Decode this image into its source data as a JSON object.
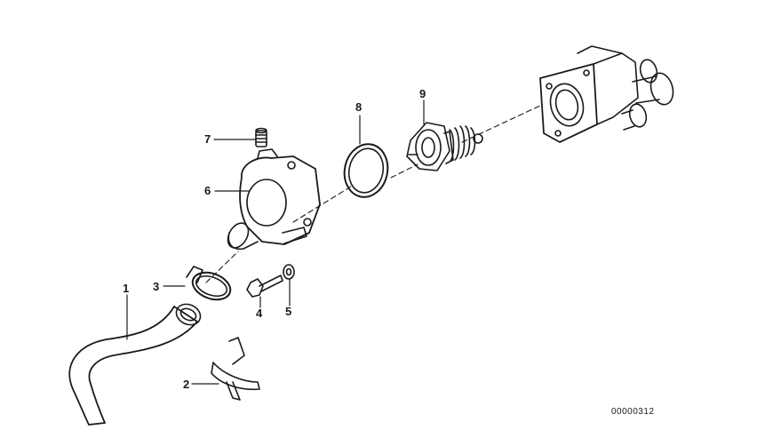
{
  "callouts": {
    "c1": "1",
    "c2": "2",
    "c3": "3",
    "c4": "4",
    "c5": "5",
    "c6": "6",
    "c7": "7",
    "c8": "8",
    "c9": "9"
  },
  "diagram_ref": "00000312"
}
